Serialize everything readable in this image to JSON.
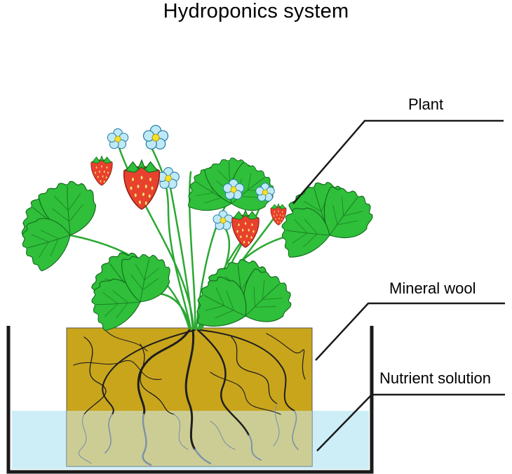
{
  "title": "Hydroponics system",
  "labels": {
    "plant": "Plant",
    "mineral_wool": "Mineral wool",
    "nutrient_solution": "Nutrient solution"
  },
  "colors": {
    "water": "#cdeef7",
    "mineral_wool": "#c9a51c",
    "leaf": "#2fbf3a",
    "leaf_vein": "#1b7d24",
    "strawberry": "#e8412e",
    "flower": "#bfe9f7",
    "flower_center": "#f4e22a",
    "container": "#1a1a1a",
    "roots": "#1e1e1e",
    "submerged_roots": "#7d93a8"
  }
}
